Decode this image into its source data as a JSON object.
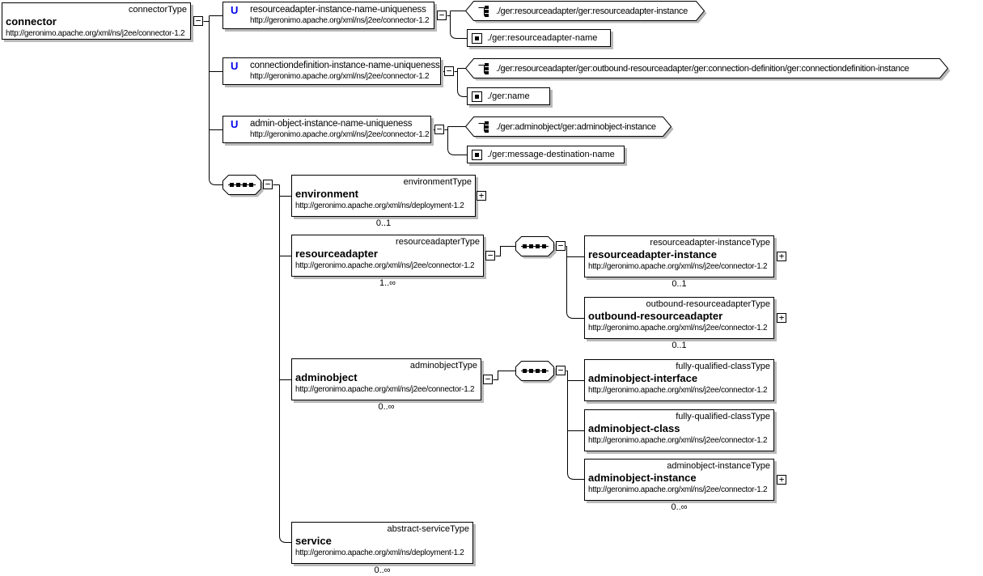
{
  "diagram": {
    "root": {
      "name": "connector",
      "type": "connectorType",
      "ns": "http://geronimo.apache.org/xml/ns/j2ee/connector-1.2"
    },
    "constraints": [
      {
        "badge": "U",
        "name": "resourceadapter-instance-name-uniqueness",
        "ns": "http://geronimo.apache.org/xml/ns/j2ee/connector-1.2",
        "selector": "./ger:resourceadapter/ger:resourceadapter-instance",
        "field": "./ger:resourceadapter-name"
      },
      {
        "badge": "U",
        "name": "connectiondefinition-instance-name-uniqueness",
        "ns": "http://geronimo.apache.org/xml/ns/j2ee/connector-1.2",
        "selector": "./ger:resourceadapter/ger:outbound-resourceadapter/ger:connection-definition/ger:connectiondefinition-instance",
        "field": "./ger:name"
      },
      {
        "badge": "U",
        "name": "admin-object-instance-name-uniqueness",
        "ns": "http://geronimo.apache.org/xml/ns/j2ee/connector-1.2",
        "selector": "./ger:adminobject/ger:adminobject-instance",
        "field": "./ger:message-destination-name"
      }
    ],
    "elements": [
      {
        "name": "environment",
        "type": "environmentType",
        "ns": "http://geronimo.apache.org/xml/ns/deployment-1.2",
        "occurs": "0..1"
      },
      {
        "name": "resourceadapter",
        "type": "resourceadapterType",
        "ns": "http://geronimo.apache.org/xml/ns/j2ee/connector-1.2",
        "occurs": "1..∞"
      },
      {
        "name": "adminobject",
        "type": "adminobjectType",
        "ns": "http://geronimo.apache.org/xml/ns/j2ee/connector-1.2",
        "occurs": "0..∞"
      },
      {
        "name": "service",
        "type": "abstract-serviceType",
        "ns": "http://geronimo.apache.org/xml/ns/deployment-1.2",
        "occurs": "0..∞"
      }
    ],
    "ra_children": [
      {
        "name": "resourceadapter-instance",
        "type": "resourceadapter-instanceType",
        "ns": "http://geronimo.apache.org/xml/ns/j2ee/connector-1.2",
        "occurs": "0..1"
      },
      {
        "name": "outbound-resourceadapter",
        "type": "outbound-resourceadapterType",
        "ns": "http://geronimo.apache.org/xml/ns/j2ee/connector-1.2",
        "occurs": "0..1"
      }
    ],
    "ao_children": [
      {
        "name": "adminobject-interface",
        "type": "fully-qualified-classType",
        "ns": "http://geronimo.apache.org/xml/ns/j2ee/connector-1.2"
      },
      {
        "name": "adminobject-class",
        "type": "fully-qualified-classType",
        "ns": "http://geronimo.apache.org/xml/ns/j2ee/connector-1.2"
      },
      {
        "name": "adminobject-instance",
        "type": "adminobject-instanceType",
        "ns": "http://geronimo.apache.org/xml/ns/j2ee/connector-1.2",
        "occurs": "0..∞"
      }
    ],
    "icons": {
      "collapse": "−",
      "expand": "+"
    }
  }
}
